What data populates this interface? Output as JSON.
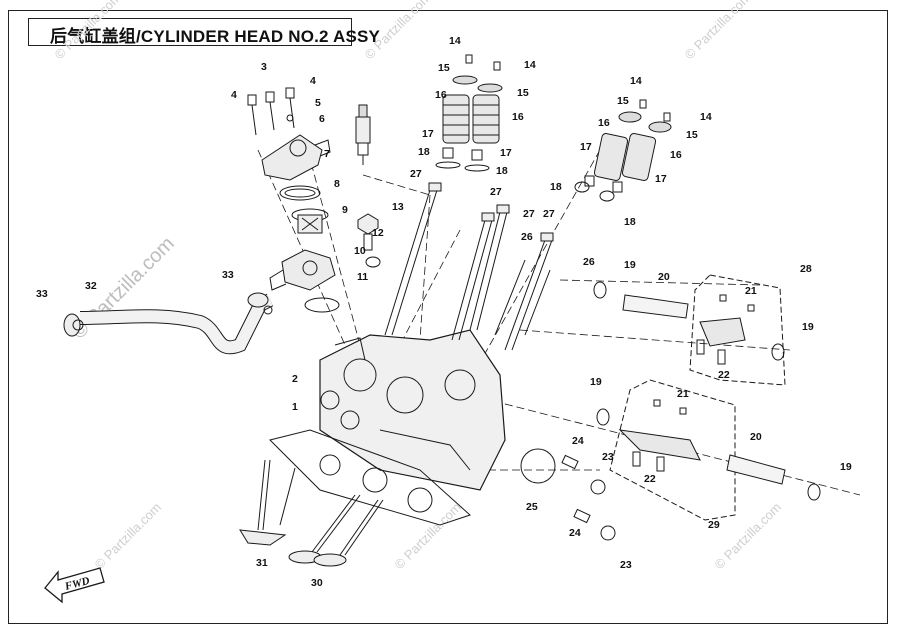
{
  "title": "后气缸盖组/CYLINDER HEAD NO.2  ASSY",
  "watermark": "© Partzilla.com",
  "fwd_label": "FWD",
  "callouts": [
    "1",
    "2",
    "3",
    "4",
    "4",
    "5",
    "6",
    "7",
    "8",
    "9",
    "10",
    "11",
    "12",
    "13",
    "14",
    "14",
    "14",
    "14",
    "15",
    "15",
    "15",
    "15",
    "16",
    "16",
    "16",
    "16",
    "17",
    "17",
    "17",
    "17",
    "18",
    "18",
    "18",
    "18",
    "19",
    "19",
    "19",
    "19",
    "20",
    "20",
    "21",
    "21",
    "22",
    "22",
    "23",
    "23",
    "24",
    "24",
    "25",
    "26",
    "26",
    "27",
    "27",
    "27",
    "27",
    "28",
    "29",
    "30",
    "31",
    "32",
    "33",
    "33"
  ],
  "colors": {
    "line": "#1a1a1a",
    "watermark": "#c8c8c8",
    "part_fill": "#e6e6e6"
  }
}
